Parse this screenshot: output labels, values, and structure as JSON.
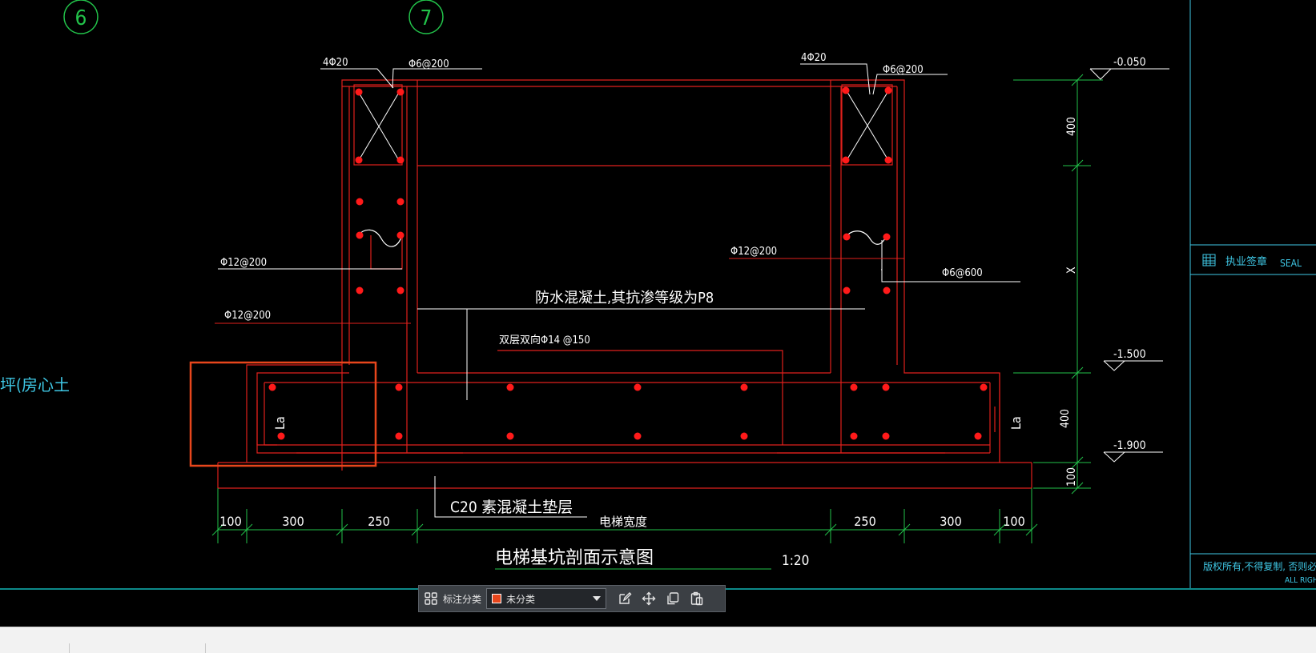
{
  "colors": {
    "background": "#000000",
    "structure": "#e0201c",
    "rebar": "#ff1a1a",
    "annotation": "#ffffff",
    "dimension": "#22c24a",
    "titleblock": "#3fc8e6",
    "accent_frame": "#e8461c"
  },
  "drawing": {
    "grid_axes": [
      {
        "label": "6"
      },
      {
        "label": "7"
      }
    ],
    "rebar_labels": {
      "top_left_main": "4Φ20",
      "top_left_stirrup": "Φ6@200",
      "top_right_main": "4Φ20",
      "top_right_stirrup": "Φ6@200",
      "left_wall_1": "Φ12@200",
      "left_wall_2": "Φ12@200",
      "right_wall": "Φ12@200",
      "right_tie": "Φ6@600",
      "slab": "双层双向Φ14 @150"
    },
    "notes": {
      "waterproof": "防水混凝土,其抗渗等级为P8",
      "cushion": "C20 素混凝土垫层",
      "left_cut_text": "坪(房心土",
      "lap_left": "La",
      "lap_right": "La"
    },
    "elevations": [
      "-0.050",
      "-1.500",
      "-1.900"
    ],
    "vertical_dims": [
      "400",
      "X",
      "400",
      "100"
    ],
    "horizontal_dims": [
      "100",
      "300",
      "250",
      "电梯宽度",
      "250",
      "300",
      "100"
    ],
    "title": "电梯基坑剖面示意图",
    "scale": "1:20"
  },
  "titleblock": {
    "stamp_label": "执业签章",
    "seal_label": "SEAL",
    "copyright": "版权所有,不得复制, 否则必",
    "rights": "ALL RIGH"
  },
  "toolbar": {
    "grid_icon": "grid-icon",
    "category_label": "标注分类",
    "category_value": "未分类",
    "edit_icon": "edit-icon",
    "move_icon": "move-icon",
    "copy_icon": "copy-icon",
    "paste_icon": "paste-icon"
  }
}
